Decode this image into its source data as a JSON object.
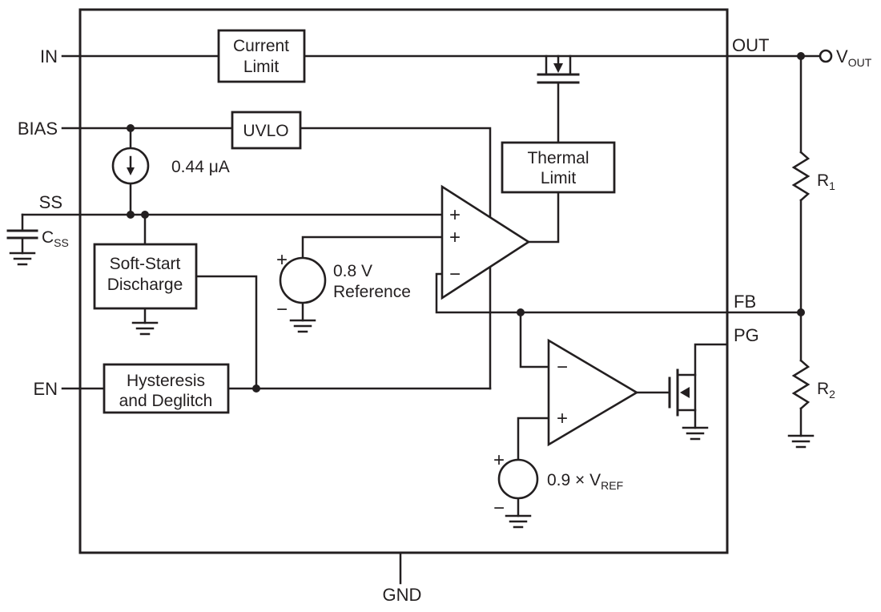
{
  "style": {
    "ink": "#231f20",
    "background": "#ffffff"
  },
  "pins": {
    "in": "IN",
    "bias": "BIAS",
    "ss": "SS",
    "en": "EN",
    "out": "OUT",
    "fb": "FB",
    "pg": "PG",
    "gnd": "GND"
  },
  "blocks": {
    "current_limit": {
      "line1": "Current",
      "line2": "Limit"
    },
    "uvlo": {
      "label": "UVLO"
    },
    "soft_start_discharge": {
      "line1": "Soft-Start",
      "line2": "Discharge"
    },
    "hysteresis_deglitch": {
      "line1": "Hysteresis",
      "line2": "and Deglitch"
    },
    "thermal_limit": {
      "line1": "Thermal",
      "line2": "Limit"
    }
  },
  "sources": {
    "soft_start_current": {
      "label": "0.44 μA"
    },
    "reference": {
      "line1": "0.8 V",
      "line2": "Reference",
      "plus": "+",
      "minus": "−"
    },
    "pg_reference": {
      "label": "0.9 × V",
      "sub": "REF",
      "plus": "+",
      "minus": "−"
    }
  },
  "error_amp": {
    "plus1": "+",
    "plus2": "+",
    "minus": "−"
  },
  "pg_comparator": {
    "minus": "−",
    "plus": "+"
  },
  "external": {
    "vout": {
      "label": "V",
      "sub": "OUT"
    },
    "css": {
      "label": "C",
      "sub": "SS"
    },
    "r1": {
      "label": "R",
      "sub": "1"
    },
    "r2": {
      "label": "R",
      "sub": "2"
    }
  }
}
